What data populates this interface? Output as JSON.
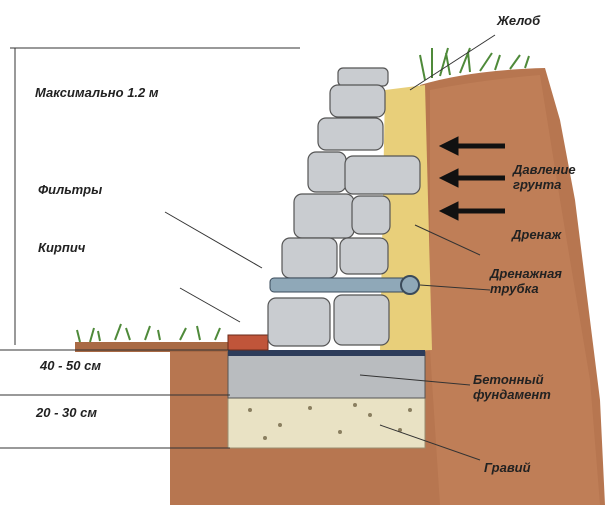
{
  "labels": {
    "gutter": "Желоб",
    "max_height": "Максимально 1.2 м",
    "filters": "Фильтры",
    "brick": "Кирпич",
    "pressure_1": "Давление",
    "pressure_2": "грунта",
    "drainage": "Дренаж",
    "pipe_1": "Дренажная",
    "pipe_2": "трубка",
    "depth_1": "40 - 50 см",
    "depth_2": "20 - 30 см",
    "foundation_1": "Бетонный",
    "foundation_2": "фундамент",
    "gravel": "Гравий"
  },
  "colors": {
    "soil": "#b77650",
    "sand": "#e8cf7a",
    "stone": "#c9ccd0",
    "concrete": "#b9bcbf",
    "gravel": "#e9e2c4",
    "grass": "#4f8a3a"
  }
}
